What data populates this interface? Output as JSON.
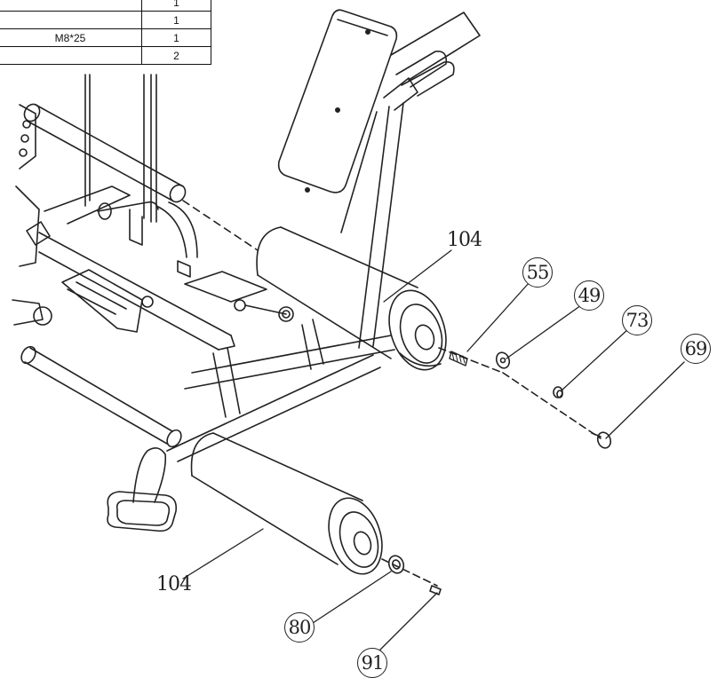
{
  "parts_table": {
    "rows": [
      {
        "spec": "",
        "qty": "1"
      },
      {
        "spec": "",
        "qty": "1"
      },
      {
        "spec": "M8*25",
        "qty": "1"
      },
      {
        "spec": "",
        "qty": "2"
      }
    ]
  },
  "callouts": {
    "roller_pad_upper": "104",
    "roller_pad_lower": "104",
    "bolt": "55",
    "washer": "49",
    "nut": "73",
    "end_cap": "69",
    "lower_washer": "80",
    "screw": "91"
  }
}
